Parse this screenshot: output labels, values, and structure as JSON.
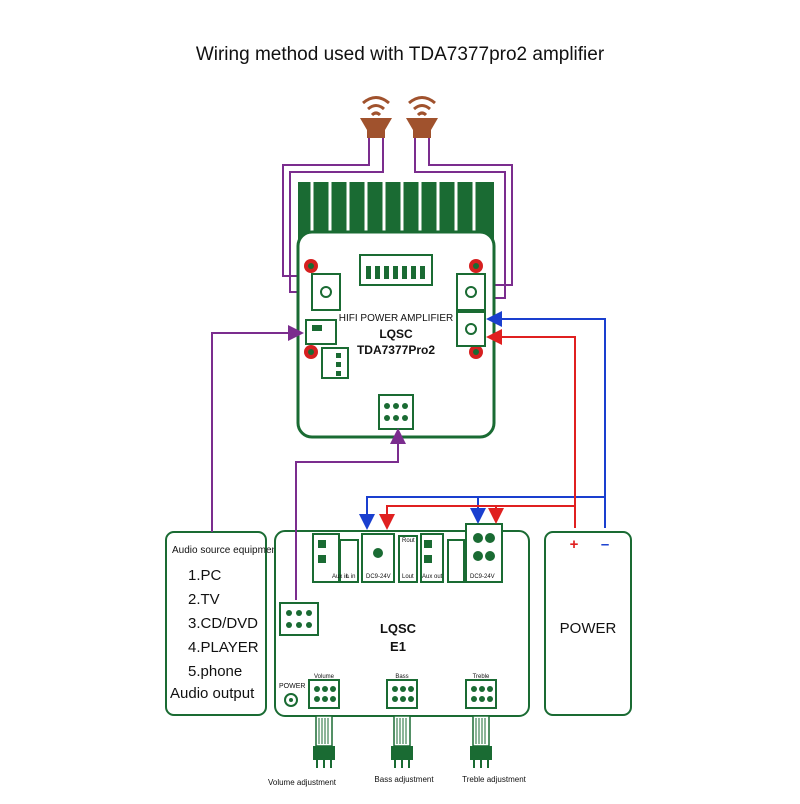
{
  "title": "Wiring method used with TDA7377pro2 amplifier",
  "amplifier": {
    "line1": "HIFI POWER AMPLIFIER",
    "line2": "LQSC",
    "line3": "TDA7377Pro2"
  },
  "source": {
    "header": "Audio source equipmen",
    "items": [
      "1.PC",
      "2.TV",
      "3.CD/DVD",
      "4.PLAYER",
      "5.phone"
    ],
    "footer": "Audio output"
  },
  "e1": {
    "line1": "LQSC",
    "line2": "E1",
    "power_label": "POWER",
    "knob_labels": [
      "Volume",
      "Bass",
      "Treble"
    ],
    "jack_labels": [
      "Aux in",
      "L in",
      "DC9-24V",
      "Rout",
      "Lout",
      "Aux out",
      "DC9-24V"
    ]
  },
  "power_supply": {
    "plus": "+",
    "minus": "–",
    "label": "POWER"
  },
  "captions": [
    "Volume adjustment",
    "Bass adjustment",
    "Treble adjustment"
  ],
  "colors": {
    "board": "#1a6b33",
    "wire_purple": "#7b2d8e",
    "wire_blue": "#1a3fcf",
    "wire_red": "#e02020",
    "speaker": "#a0522d",
    "cap_red": "#d62020"
  }
}
